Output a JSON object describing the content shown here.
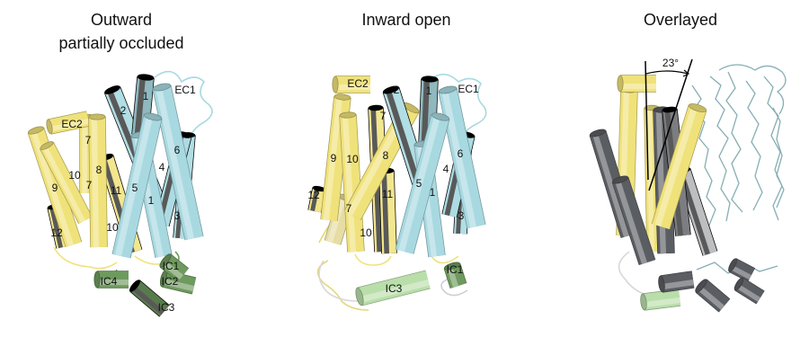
{
  "panels": [
    {
      "title_line1": "Outward",
      "title_line2": "partially occluded",
      "labels": [
        "1",
        "EC1",
        "2",
        "EC2",
        "7",
        "6",
        "4",
        "8",
        "10",
        "7",
        "9",
        "11",
        "5",
        "1",
        "3",
        "12",
        "10",
        "IC1",
        "IC4",
        "IC2",
        "IC3"
      ]
    },
    {
      "title_line1": "Inward open",
      "labels": [
        "EC2",
        "2",
        "1",
        "EC1",
        "7",
        "9",
        "10",
        "8",
        "6",
        "4",
        "5",
        "1",
        "11",
        "12",
        "7",
        "3",
        "10",
        "IC1",
        "IC3"
      ]
    },
    {
      "title_line1": "Overlayed",
      "angle_label": "23°"
    }
  ],
  "colors": {
    "n_domain": "#f0e27a",
    "c_domain": "#a8d9e1",
    "ic_dark": "#6e9a5e",
    "ic_light": "#b9deaa",
    "overlay_gray": "#5a5d62"
  }
}
